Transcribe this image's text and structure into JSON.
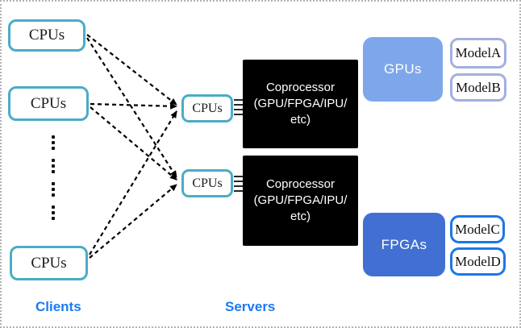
{
  "section_labels": {
    "clients": "Clients",
    "servers": "Servers"
  },
  "clients": {
    "nodes": [
      {
        "label": "CPUs"
      },
      {
        "label": "CPUs"
      },
      {
        "label": "CPUs"
      }
    ],
    "ellipsis_between": "vertical dotted ellipsis indicating more client CPU nodes"
  },
  "servers": {
    "cpu_nodes": [
      {
        "label": "CPUs"
      },
      {
        "label": "CPUs"
      }
    ],
    "coprocessors": [
      {
        "lines": [
          "Coprocessor",
          "(GPU/FPGA/IPU/",
          "etc)"
        ]
      },
      {
        "lines": [
          "Coprocessor",
          "(GPU/FPGA/IPU/",
          "etc)"
        ]
      }
    ]
  },
  "accelerators": [
    {
      "label": "GPUs",
      "fill": "#7da7ea",
      "models": [
        {
          "label": "ModelA"
        },
        {
          "label": "ModelB"
        }
      ],
      "model_border": "#a3b0de"
    },
    {
      "label": "FPGAs",
      "fill": "#4170d2",
      "models": [
        {
          "label": "ModelC"
        },
        {
          "label": "ModelD"
        }
      ],
      "model_border": "#1c76e8"
    }
  ],
  "edges": [
    {
      "from": "client-cpu-1",
      "to": "server-cpu-1",
      "style": "dashed-arrow"
    },
    {
      "from": "client-cpu-1",
      "to": "server-cpu-2",
      "style": "dashed-arrow"
    },
    {
      "from": "client-cpu-2",
      "to": "server-cpu-1",
      "style": "dashed-arrow"
    },
    {
      "from": "client-cpu-2",
      "to": "server-cpu-2",
      "style": "dashed-arrow"
    },
    {
      "from": "client-cpu-3",
      "to": "server-cpu-1",
      "style": "dashed-arrow"
    },
    {
      "from": "client-cpu-3",
      "to": "server-cpu-2",
      "style": "dashed-arrow"
    }
  ],
  "bus_links": [
    {
      "from": "server-cpu-1",
      "to": "coprocessor-1",
      "style": "quad-bus"
    },
    {
      "from": "server-cpu-2",
      "to": "coprocessor-2",
      "style": "quad-bus"
    }
  ],
  "colors": {
    "cpu_border": "#4bacc6",
    "gpus_fill": "#7da7ea",
    "fpgas_fill": "#4170d2",
    "model_ab_border": "#a3b0de",
    "model_cd_border": "#1c76e8",
    "section_label": "#1b7af2",
    "coprocessor_bg": "#000000",
    "coprocessor_text": "#ffffff",
    "connector": "#000000",
    "canvas_border": "#b3b3b3"
  }
}
